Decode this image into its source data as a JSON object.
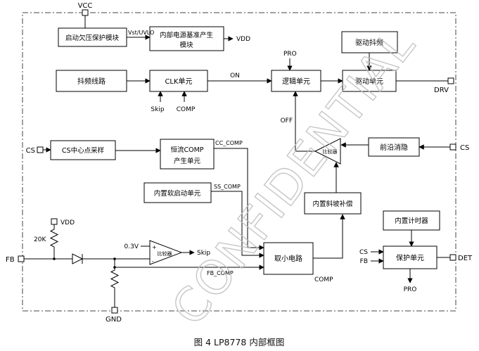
{
  "figure": {
    "caption": "图 4  LP8778 内部框图",
    "watermark": "CONFIDENTIAL"
  },
  "terminals": {
    "vcc": "VCC",
    "vdd_rail": "VDD",
    "drv": "DRV",
    "cs_right": "CS",
    "det": "DET",
    "cs_left": "CS",
    "fb": "FB",
    "gnd": "GND"
  },
  "blocks": {
    "uvlo": {
      "label": "启动欠压保护模块"
    },
    "ref": {
      "line1": "内部电源基准产生",
      "line2": "模块"
    },
    "drive_dither": {
      "label": "驱动抖频"
    },
    "dither_line": {
      "label": "抖频线路"
    },
    "clk": {
      "label": "CLK单元"
    },
    "logic": {
      "label": "逻辑单元"
    },
    "drive": {
      "label": "驱动单元"
    },
    "cs_sample": {
      "label": "CS中心点采样"
    },
    "cc_comp_gen": {
      "line1": "恒流COMP",
      "line2": "产生单元"
    },
    "soft_start": {
      "label": "内置软启动单元"
    },
    "leb": {
      "label": "前沿消隐"
    },
    "slope_comp": {
      "label": "内置斜坡补偿"
    },
    "min_select": {
      "label": "取小电路"
    },
    "timer": {
      "label": "内置计时器"
    },
    "protect": {
      "label": "保护单元"
    }
  },
  "comparators": {
    "pwm": {
      "label": "比较器"
    },
    "skip": {
      "label": "比较器",
      "plus": "+",
      "minus": "-",
      "ref": "0.3V"
    }
  },
  "signals": {
    "vst_uvlo": "Vst/UVLO",
    "vdd_out": "VDD",
    "pro_top": "PRO",
    "on": "ON",
    "skip_fb": "Skip",
    "comp_fb": "COMP",
    "off": "OFF",
    "cc_comp": "CC_COMP",
    "ss_comp": "SS_COMP",
    "fb_comp": "FB_COMP",
    "comp_node": "COMP",
    "skip_out": "Skip",
    "cs_in": "CS",
    "fb_in": "FB",
    "pro_out": "PRO",
    "r_pullup": "20K"
  }
}
